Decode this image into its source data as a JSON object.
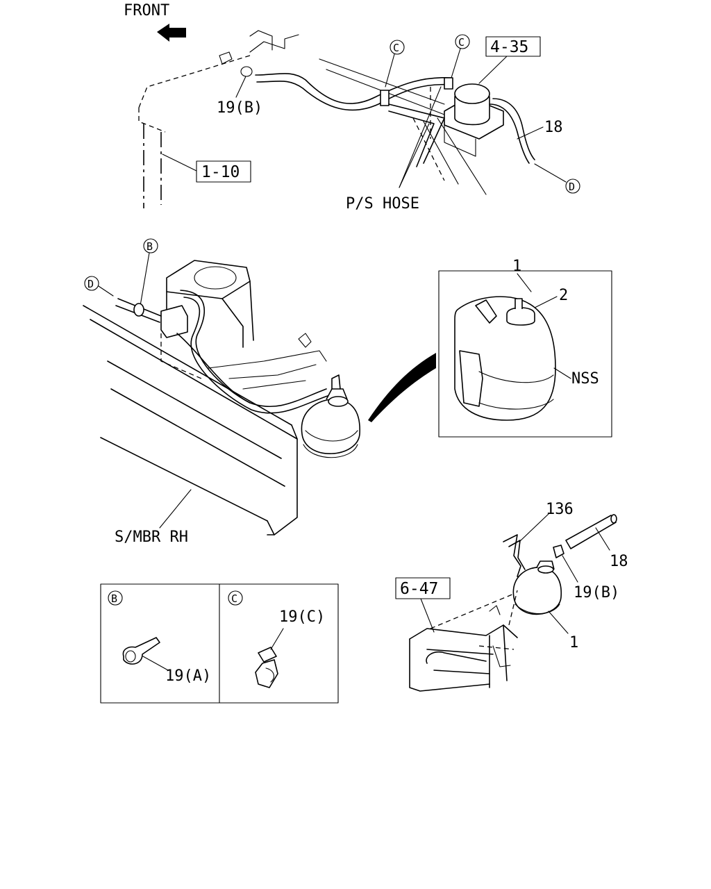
{
  "top": {
    "front_label": "FRONT",
    "ref_box_1": "4-35",
    "ref_box_2": "1-10",
    "label_19b": "19(B)",
    "label_18": "18",
    "label_ps_hose": "P/S HOSE",
    "circle_c1": "C",
    "circle_c2": "C",
    "circle_d": "D"
  },
  "middle": {
    "circle_b": "B",
    "circle_d": "D",
    "label_s_mbr": "S/MBR RH",
    "inset_label_1": "1",
    "inset_label_2": "2",
    "inset_label_nss": "NSS"
  },
  "detail": {
    "panel_b_tag": "B",
    "panel_c_tag": "C",
    "label_19a": "19(A)",
    "label_19c": "19(C)"
  },
  "bottom": {
    "label_136": "136",
    "label_18": "18",
    "label_19b": "19(B)",
    "ref_box": "6-47",
    "label_1": "1"
  }
}
